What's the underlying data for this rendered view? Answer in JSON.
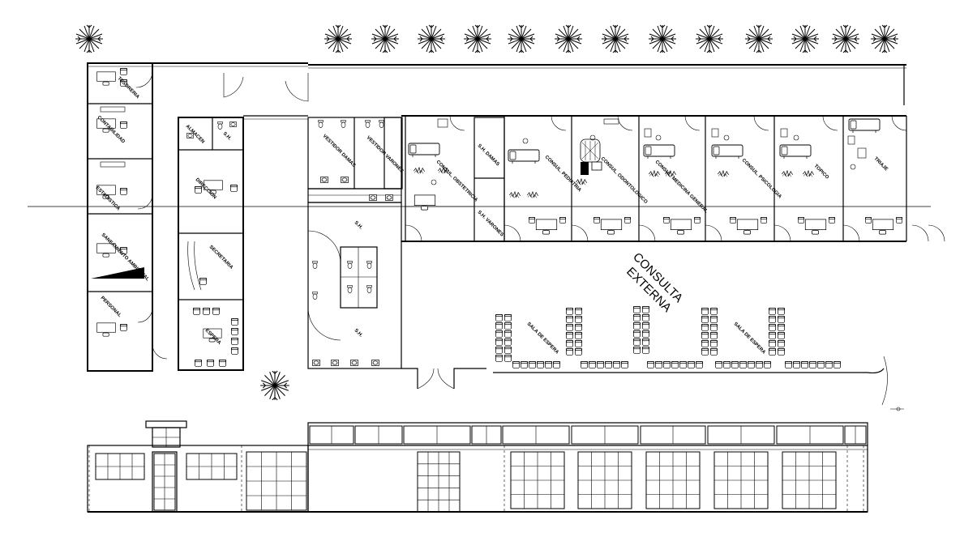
{
  "plan": {
    "title_line1": "CONSULTA",
    "title_line2": "EXTERNA",
    "rooms": {
      "tesoreria": "TESORERIA",
      "contabilidad": "CONTABILIDAD",
      "estadistica": "ESTADISTICA",
      "saneamiento": "SANEAMIENTO AMBIENTAL",
      "personal": "PERSONAL",
      "sh_admin": "S.H.",
      "almacen": "ALMACEN",
      "direccion": "DIRECCION",
      "secretaria": "SECRETARIA",
      "espera_admin": "ESPERA",
      "vestidor_damas": "VESTIDOR DAMAS",
      "vestidor_varones": "VESTIDOR VARONES",
      "sh_damas": "S.H. DAMAS",
      "sh_varones": "S.H. VARONES",
      "sh_1": "S.H.",
      "sh_2": "S.H.",
      "consul_obstetricia": "CONSUL. OBSTETRICIA",
      "consul_pediatria": "CONSUL. PEDIATRIA",
      "consul_odontologico": "CONSUL. ODONTOLOGICO",
      "consul_medicina": "CONSUL. MEDICINA GENERAL",
      "consul_psicologia": "CONSUL. PSICOLOGIA",
      "topico": "TOPICO",
      "triaje": "TRIAJE",
      "sala_espera_1": "SALA DE ESPERA",
      "sala_espera_2": "SALA DE ESPERA"
    }
  }
}
